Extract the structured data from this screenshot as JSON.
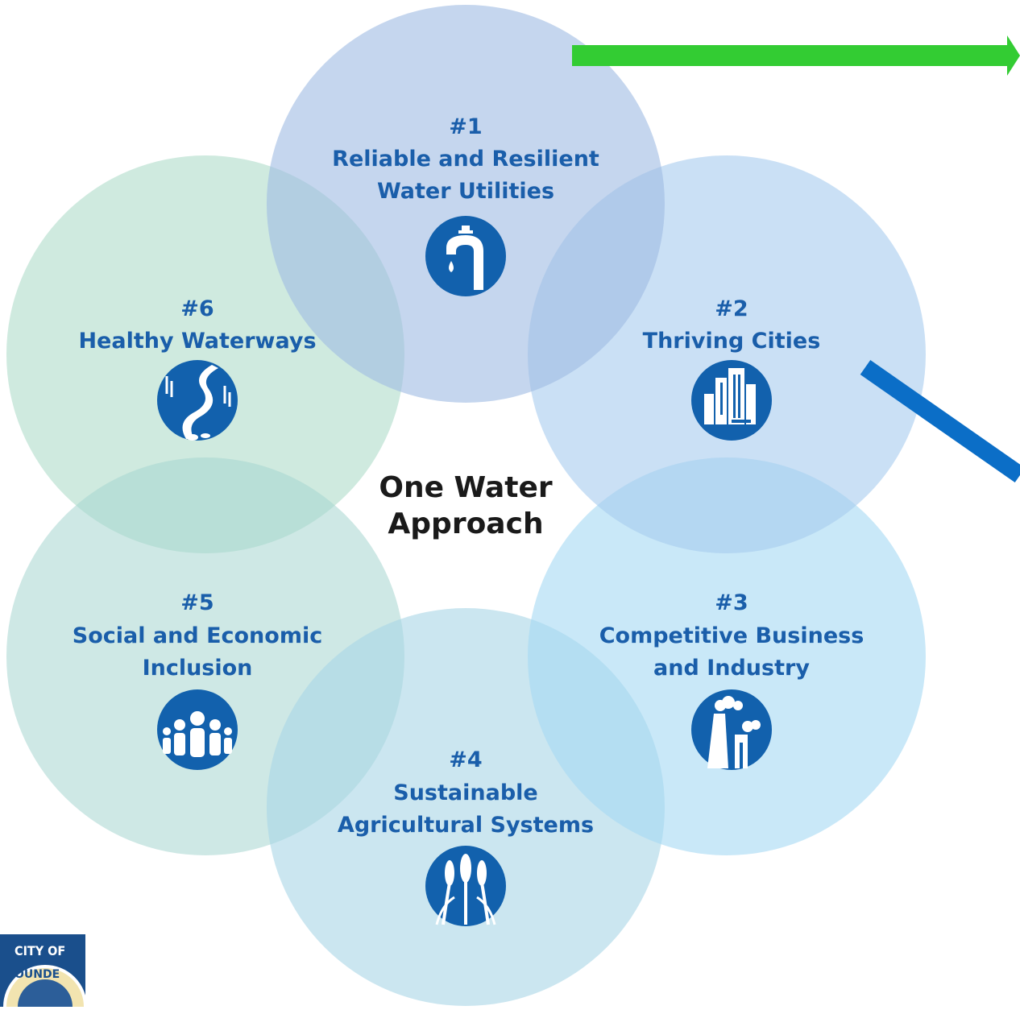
{
  "center": {
    "line1": "One Water",
    "line2": "Approach"
  },
  "colors": {
    "text_primary": "#1a5eaa",
    "icon_primary": "#1261ad",
    "arrow_green": "#33cc33",
    "arrow_blue": "#0b6ec7",
    "circle_blue": "#a9c4e6",
    "circle_lightblue": "#a7d0ef",
    "circle_cyan": "#a5d8f3",
    "circle_teal_light": "#a9d6e6",
    "circle_teal": "#a5d5cf",
    "circle_green": "#a7d8c4"
  },
  "segments": [
    {
      "number": "#1",
      "title_lines": [
        "Reliable and Resilient",
        "Water Utilities"
      ],
      "icon": "water-tap-icon"
    },
    {
      "number": "#2",
      "title_lines": [
        "Thriving Cities"
      ],
      "icon": "city-buildings-icon"
    },
    {
      "number": "#3",
      "title_lines": [
        "Competitive Business",
        "and Industry"
      ],
      "icon": "factory-icon"
    },
    {
      "number": "#4",
      "title_lines": [
        "Sustainable",
        "Agricultural Systems"
      ],
      "icon": "wheat-icon"
    },
    {
      "number": "#5",
      "title_lines": [
        "Social and Economic",
        "Inclusion"
      ],
      "icon": "people-group-icon"
    },
    {
      "number": "#6",
      "title_lines": [
        "Healthy Waterways"
      ],
      "icon": "river-icon"
    }
  ],
  "logo": {
    "top_text": "CITY OF",
    "seal_text": "OUNDE",
    "icon": "city-seal-icon"
  }
}
